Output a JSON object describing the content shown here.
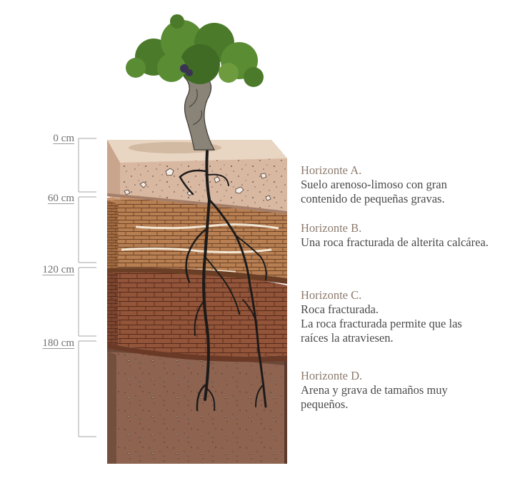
{
  "depth_labels": [
    "0 cm",
    "60 cm",
    "120 cm",
    "180 cm"
  ],
  "horizons": [
    {
      "title": "Horizonte A.",
      "lines": [
        "Suelo arenoso-limoso con gran",
        "contenido de pequeñas gravas."
      ]
    },
    {
      "title": "Horizonte B.",
      "lines": [
        "Una roca fracturada de alterita calcárea."
      ]
    },
    {
      "title": "Horizonte C.",
      "lines": [
        "Roca fracturada.",
        "La roca fracturada permite que las",
        "raíces la atraviesen."
      ]
    },
    {
      "title": "Horizonte D.",
      "lines": [
        "Arena y grava de tamaños muy",
        "pequeños."
      ]
    }
  ],
  "colors": {
    "horizon_a": "#d9b8a2",
    "horizon_b": "#b07a4e",
    "horizon_c": "#8f5138",
    "horizon_d": "#8e6450",
    "roots": "#1d1b1a",
    "foliage": "#4b7a2a",
    "trunk": "#8a8478"
  }
}
